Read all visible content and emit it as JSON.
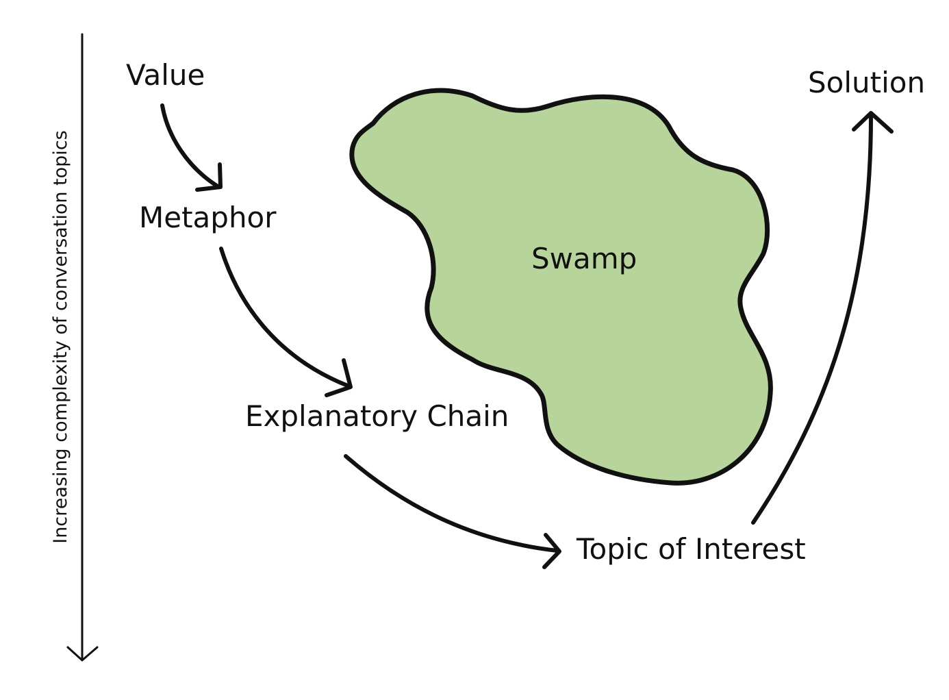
{
  "axis": {
    "label": "Increasing complexity of conversation topics"
  },
  "nodes": {
    "value": "Value",
    "metaphor": "Metaphor",
    "explanatory_chain": "Explanatory Chain",
    "topic_of_interest": "Topic of Interest",
    "solution": "Solution"
  },
  "swamp": {
    "label": "Swamp",
    "fill_color": "#b7d59b",
    "outline_color": "#111111"
  }
}
